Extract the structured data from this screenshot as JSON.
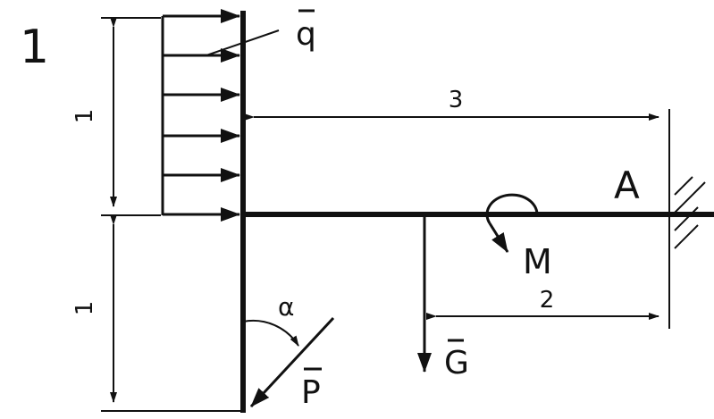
{
  "problem_number": "1",
  "labels": {
    "q": "q",
    "P": "P",
    "G": "G",
    "M": "M",
    "A": "A",
    "alpha": "α"
  },
  "dimensions": {
    "top_height": "1",
    "bottom_height": "1",
    "span_total": "3",
    "span_load": "2"
  },
  "colors": {
    "ink": "#111111",
    "background": "#ffffff"
  },
  "icons": {
    "support": "fixed-wall-hatching-icon",
    "moment": "curved-arrow-moment-icon"
  }
}
